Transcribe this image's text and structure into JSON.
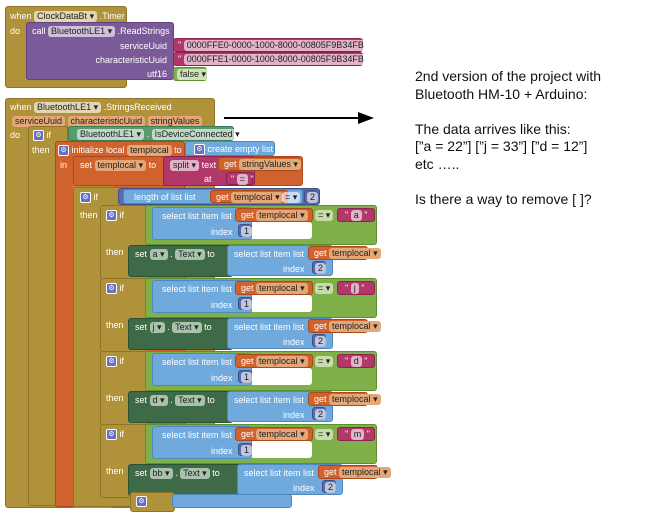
{
  "clock_block": {
    "when": "when",
    "component": "ClockDataBt",
    "event": ".Timer",
    "do": "do",
    "call": "call",
    "ble": "BluetoothLE1",
    "method": ".ReadStrings",
    "service_label": "serviceUuid",
    "service_value": "0000FFE0-0000-1000-8000-00805F9B34FB",
    "char_label": "characteristicUuid",
    "char_value": "0000FFE1-0000-1000-8000-00805F9B34FB",
    "utf16_label": "utf16",
    "utf16_value": "false"
  },
  "received_block": {
    "when": "when",
    "component": "BluetoothLE1",
    "event": ".StringsReceived",
    "params": [
      "serviceUuid",
      "characteristicUuid",
      "stringValues"
    ],
    "do": "do",
    "if": "if",
    "then": "then",
    "ble": "BluetoothLE1",
    "dot": ".",
    "connected": "IsDeviceConnected",
    "init": "initialize local",
    "var": "templocal",
    "to": "to",
    "create_list": "create empty list",
    "in": "in",
    "set": "set",
    "split": "split",
    "text": "text",
    "get": "get",
    "string_values": "stringValues",
    "at": "at",
    "sep": "=",
    "length": "length of list  list",
    "eq": "=",
    "two": "2"
  },
  "groups": [
    {
      "letter": "a",
      "target": "a"
    },
    {
      "letter": "j",
      "target": "j"
    },
    {
      "letter": "d",
      "target": "d"
    },
    {
      "letter": "m",
      "target": "bb"
    }
  ],
  "group_labels": {
    "if": "if",
    "then": "then",
    "select": "select list item  list",
    "index": "index",
    "get": "get",
    "var": "templocal",
    "eq": "=",
    "one": "1",
    "two": "2",
    "set": "set",
    "dot": ".",
    "prop": "Text",
    "to": "to"
  },
  "note": {
    "lines": [
      "2nd version of the project with",
      "Bluetooth HM-10 + Arduino:",
      "",
      "The data arrives like this:",
      "[”a = 22”]  [”j = 33”]  [”d = 12”]",
      "etc …..",
      "",
      "Is there a way to remove [ ]?"
    ]
  }
}
